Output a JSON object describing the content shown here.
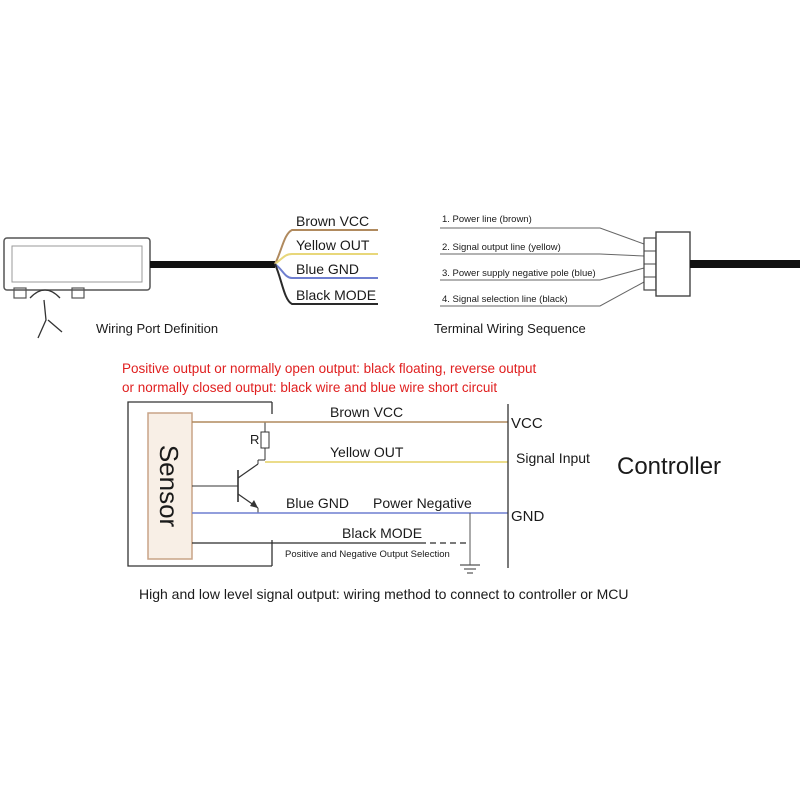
{
  "top_left": {
    "wire_labels": [
      "Brown VCC",
      "Yellow OUT",
      "Blue GND",
      "Black MODE"
    ],
    "caption": "Wiring Port Definition"
  },
  "top_right": {
    "terminal_labels": [
      "1. Power line (brown)",
      "2. Signal output line (yellow)",
      "3. Power supply negative pole (blue)",
      "4. Signal selection line (black)"
    ],
    "caption": "Terminal Wiring Sequence"
  },
  "notice": {
    "line1": "Positive output or normally open output: black floating, reverse output",
    "line2": "or normally closed output: black wire and blue wire short circuit",
    "color": "#e02020"
  },
  "schematic": {
    "sensor_label": "Sensor",
    "resistor_label": "R",
    "wires": {
      "brown": "Brown VCC",
      "yellow": "Yellow OUT",
      "blue": "Blue GND",
      "blue_extra": "Power Negative",
      "black": "Black MODE",
      "selection": "Positive and Negative Output Selection"
    },
    "controller_terminals": {
      "vcc": "VCC",
      "signal": "Signal Input",
      "gnd": "GND"
    },
    "controller_label": "Controller",
    "caption": "High and low level signal output: wiring method to connect to controller or MCU"
  },
  "colors": {
    "brown": "#b08a5e",
    "yellow": "#e8d77a",
    "blue": "#6f7fd0",
    "black": "#2a2a2a",
    "sensor_box": "#c8a487",
    "sensor_fill": "#f8efe6"
  }
}
